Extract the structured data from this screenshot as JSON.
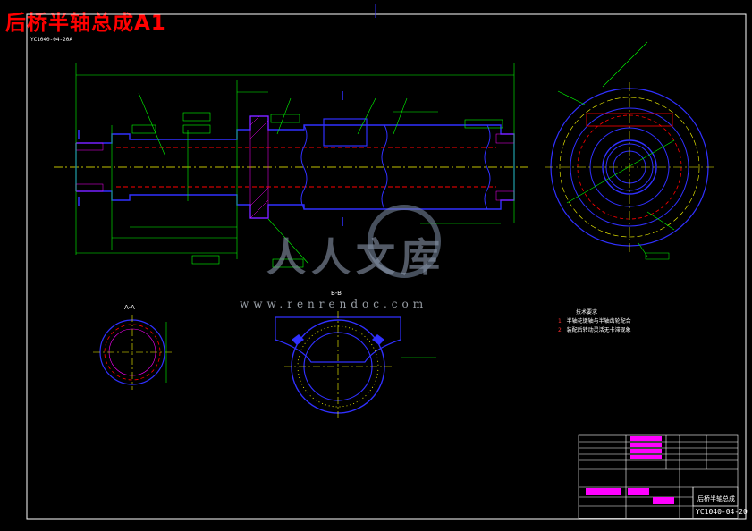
{
  "title": "后桥半轴总成A1",
  "top_note": "YC1040-04-20A",
  "watermark": {
    "brand": "人人文库",
    "url": "www.renrendoc.com"
  },
  "section_labels": {
    "aa": "A-A",
    "bb": "B-B"
  },
  "notes": {
    "heading": "技术要求",
    "items": [
      {
        "num": "1",
        "text": "半轴花键轴与半轴齿轮配合"
      },
      {
        "num": "2",
        "text": "装配后转动灵活无卡滞现象"
      }
    ]
  },
  "title_block": {
    "drawing_name": "后桥半轴总成",
    "drawing_code": "YC1040-04-20"
  },
  "colors": {
    "outline": "#3030ff",
    "dim": "#00ff00",
    "center": "#ffff00",
    "hidden": "#ff0000",
    "hatch": "#ff00ff",
    "text": "#ffffff",
    "title": "#ff0000"
  }
}
